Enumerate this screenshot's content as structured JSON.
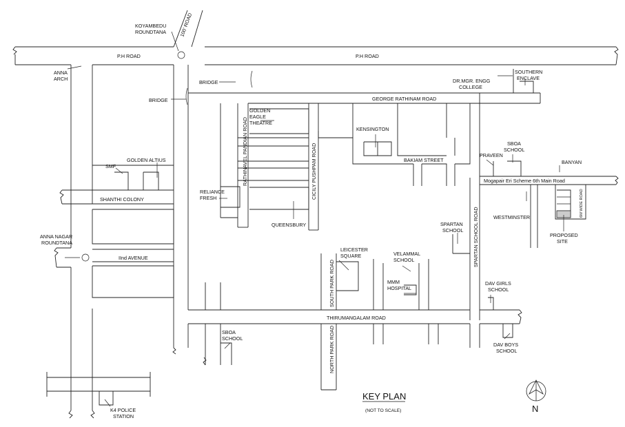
{
  "map": {
    "title": "KEY PLAN",
    "subtitle": "(NOT TO SCALE)",
    "north": "N"
  },
  "roads": {
    "ph_road_west": "P.H ROAD",
    "ph_road_east": "P.H ROAD",
    "road_100ft": "100' ROAD",
    "george_rathinam": "GEORGE RATHINAM ROAD",
    "rathinavel_pandian": "RATHINAVEL PANDIAN ROAD",
    "cicily_pushpam": "CICILY PUSHPAM ROAD",
    "bakiam_street": "BAKIAM STREET",
    "mogapair": "Mogapair Eri Scheme 6th Main Road",
    "wide_6m": "6M WIDE ROAD",
    "spartan_school_road": "SPARTAN SCHOOL ROAD",
    "shanthi_colony": "SHANTHI COLONY",
    "iind_avenue": "IInd AVENUE",
    "south_park": "SOUTH PARK ROAD",
    "north_park": "NORTH PARK ROAD",
    "thirumangalam": "THIRUMANGALAM ROAD"
  },
  "places": {
    "koyambedu_1": "KOYAMBEDU",
    "koyambedu_2": "ROUNDTANA",
    "anna_arch_1": "ANNA",
    "anna_arch_2": "ARCH",
    "bridge_left": "BRIDGE",
    "bridge_right": "BRIDGE",
    "golden_eagle_1": "GOLDEN",
    "golden_eagle_2": "EAGLE",
    "golden_eagle_3": "THEATRE",
    "kensington": "KENSINGTON",
    "drmgr_1": "DR.MGR. ENGG",
    "drmgr_2": "COLLEGE",
    "southern_1": "SOUTHERN",
    "southern_2": "ENCLAVE",
    "golden_altius": "GOLDEN ALTIUS",
    "smf": "SMF",
    "reliance_1": "RELIANCE",
    "reliance_2": "FRESH",
    "queensbury": "QUEENSBURY",
    "praveen": "PRAVEEN",
    "sboa_top_1": "SBOA",
    "sboa_top_2": "SCHOOL",
    "banyan": "BANYAN",
    "westminster": "WESTMINSTER",
    "proposed_1": "PROPOSED",
    "proposed_2": "SITE",
    "spartan_1": "SPARTAN",
    "spartan_2": "SCHOOL",
    "anna_nagar_1": "ANNA NAGAR",
    "anna_nagar_2": "ROUNDTANA",
    "leicester_1": "LEICESTER",
    "leicester_2": "SQUARE",
    "velammal_1": "VELAMMAL",
    "velammal_2": "SCHOOL",
    "mmm_1": "MMM",
    "mmm_2": "HOSPITAL",
    "dav_girls_1": "DAV GIRLS",
    "dav_girls_2": "SCHOOL",
    "sboa_bottom_1": "SBOA",
    "sboa_bottom_2": "SCHOOL",
    "dav_boys_1": "DAV BOYS",
    "dav_boys_2": "SCHOOL",
    "k4_1": "K4 POLICE",
    "k4_2": "STATION"
  }
}
